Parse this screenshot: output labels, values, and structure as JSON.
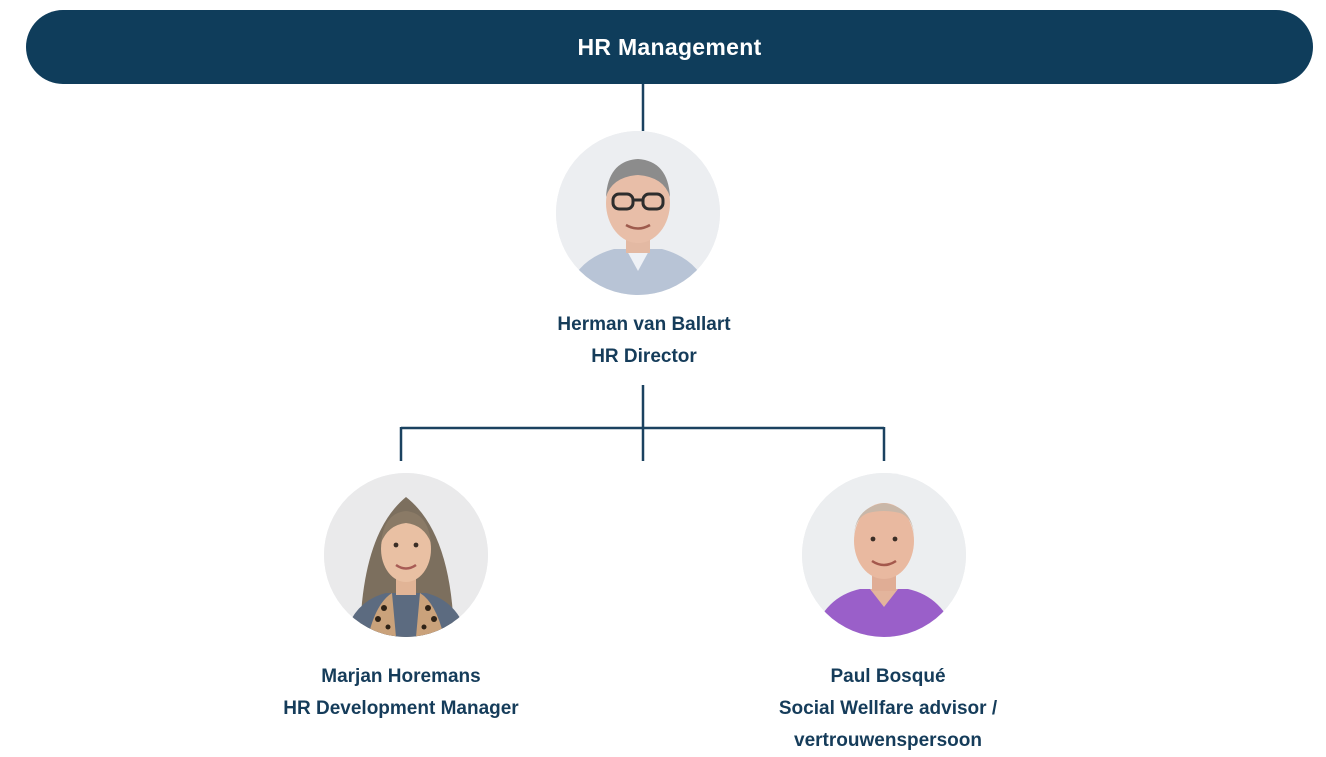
{
  "header": {
    "title": "HR Management"
  },
  "colors": {
    "primary": "#0f3d5b",
    "text": "#153c5a",
    "background": "#ffffff"
  },
  "people": {
    "director": {
      "name": "Herman van Ballart",
      "role": "HR Director"
    },
    "left": {
      "name": "Marjan Horemans",
      "role": "HR Development Manager"
    },
    "right": {
      "name": "Paul Bosqué",
      "role_line1": "Social Wellfare advisor /",
      "role_line2": "vertrouwenspersoon"
    }
  }
}
